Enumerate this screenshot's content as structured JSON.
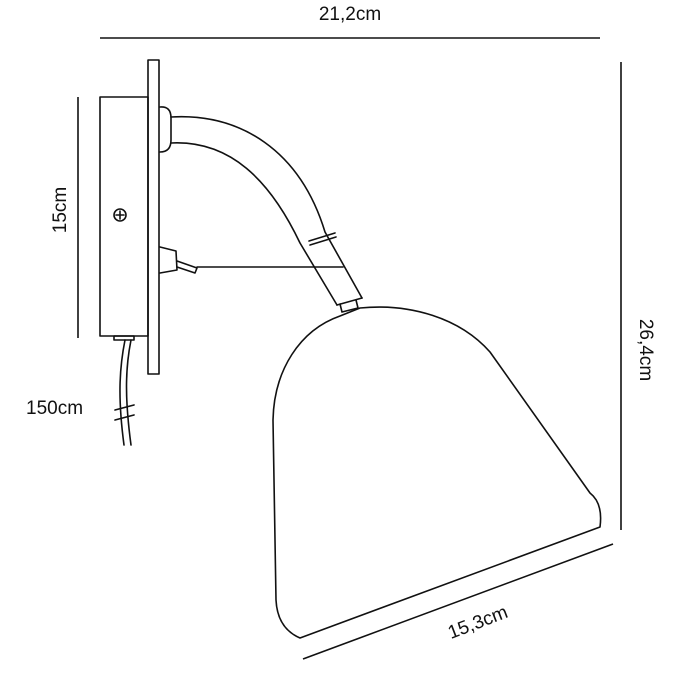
{
  "dimensions": {
    "width": "21,2cm",
    "backplate_height": "15cm",
    "cable_length": "150cm",
    "total_height": "26,4cm",
    "shade_diameter": "15,3cm"
  },
  "colors": {
    "line": "#111111",
    "background": "#ffffff"
  }
}
